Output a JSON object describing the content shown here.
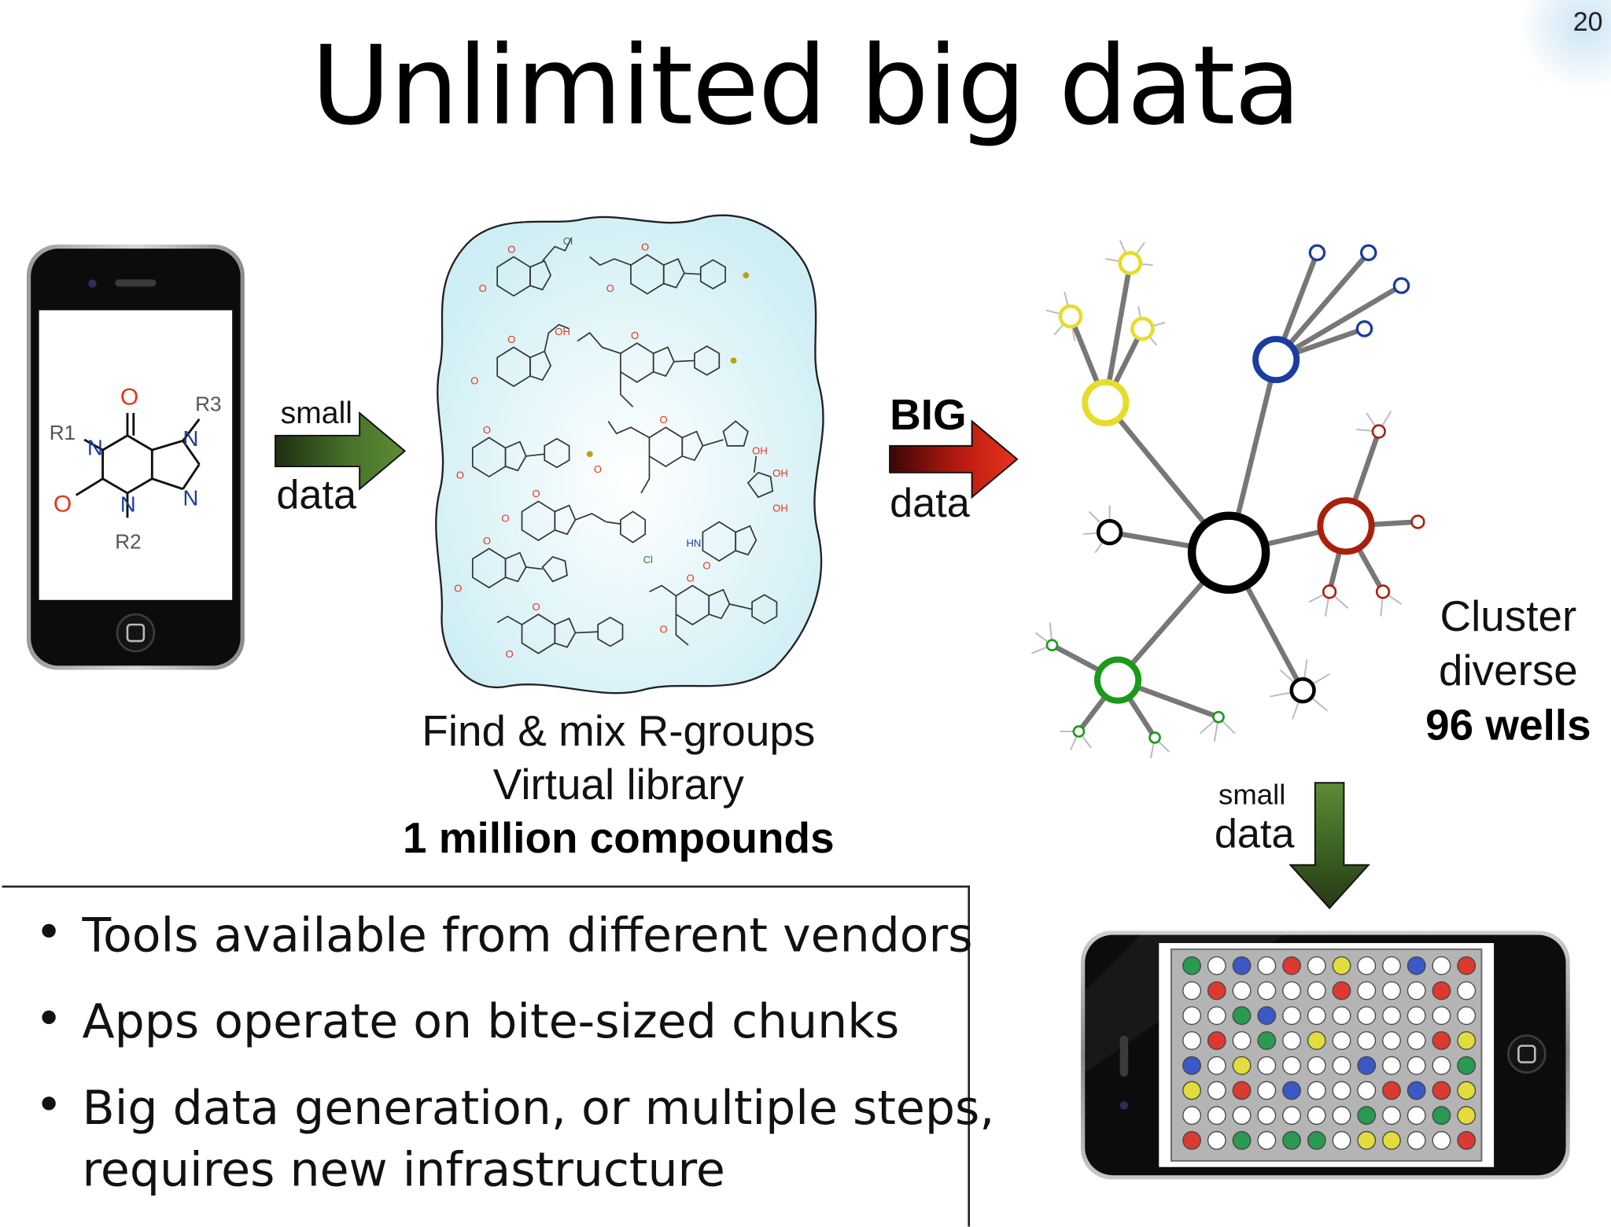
{
  "slide": {
    "number": "20",
    "title": "Unlimited big data"
  },
  "phone_scaffold": {
    "labels": [
      "R1",
      "R2",
      "R3"
    ],
    "atoms": {
      "n": "N",
      "o": "O"
    }
  },
  "arrow_small_1": {
    "top": "small",
    "bottom": "data"
  },
  "arrow_big": {
    "top": "BIG",
    "bottom": "data"
  },
  "arrow_small_2": {
    "top": "small",
    "bottom": "data"
  },
  "library": {
    "line1": "Find & mix R-groups",
    "line2": "Virtual library",
    "line3": "1 million compounds",
    "molecule_labels": [
      "Cl",
      "OH",
      "HN"
    ]
  },
  "cluster": {
    "line1": "Cluster",
    "line2": "diverse",
    "line3": "96 wells"
  },
  "bullets": [
    "Tools available from different vendors",
    "Apps operate on bite-sized chunks",
    "Big data generation, or multiple steps,",
    "requires new infrastructure"
  ],
  "bullet_marker": "•",
  "colors": {
    "green_arrow": "#4e7a2c",
    "red_arrow": "#d62a1c",
    "yellow": "#e6dc2a",
    "blue": "#1a3ca0",
    "dark_red": "#a8200c",
    "green": "#1a9a1a",
    "black": "#000000",
    "cloud_fill": "#d6f1f6"
  },
  "plate": {
    "rows": [
      [
        "green",
        "white",
        "blue",
        "white",
        "red",
        "white",
        "yellow",
        "white",
        "white",
        "blue",
        "white",
        "red"
      ],
      [
        "white",
        "red",
        "white",
        "white",
        "white",
        "white",
        "red",
        "white",
        "white",
        "white",
        "red",
        "white"
      ],
      [
        "white",
        "white",
        "green",
        "blue",
        "white",
        "white",
        "white",
        "white",
        "white",
        "white",
        "white",
        "white"
      ],
      [
        "white",
        "red",
        "white",
        "green",
        "white",
        "yellow",
        "white",
        "white",
        "white",
        "white",
        "red",
        "yellow"
      ],
      [
        "blue",
        "white",
        "yellow",
        "white",
        "white",
        "white",
        "white",
        "blue",
        "white",
        "white",
        "white",
        "green"
      ],
      [
        "yellow",
        "white",
        "red",
        "white",
        "blue",
        "white",
        "white",
        "white",
        "red",
        "blue",
        "red",
        "yellow"
      ],
      [
        "white",
        "white",
        "white",
        "white",
        "white",
        "white",
        "white",
        "green",
        "white",
        "white",
        "green",
        "yellow"
      ],
      [
        "red",
        "white",
        "green",
        "white",
        "green",
        "green",
        "white",
        "yellow",
        "yellow",
        "white",
        "white",
        "red"
      ]
    ]
  }
}
